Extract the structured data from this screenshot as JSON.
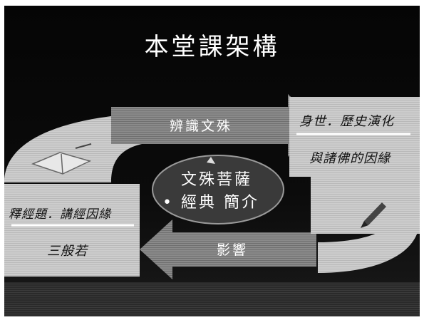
{
  "title": "本堂課架構",
  "arrows": {
    "top": "辨識文殊",
    "bottom": "影響"
  },
  "center": {
    "line1": "文殊菩薩",
    "line2": "• 經典 簡介"
  },
  "left_box": {
    "line1": "釋經題．講經因緣",
    "line2": "三般若"
  },
  "right_box": {
    "line1": "身世．歷史演化",
    "line2": "與諸佛的因緣"
  },
  "colors": {
    "background": "#0a0a0a",
    "panel": "#cfcfcf",
    "text_light": "#ffffff",
    "text_dark": "#111111"
  }
}
